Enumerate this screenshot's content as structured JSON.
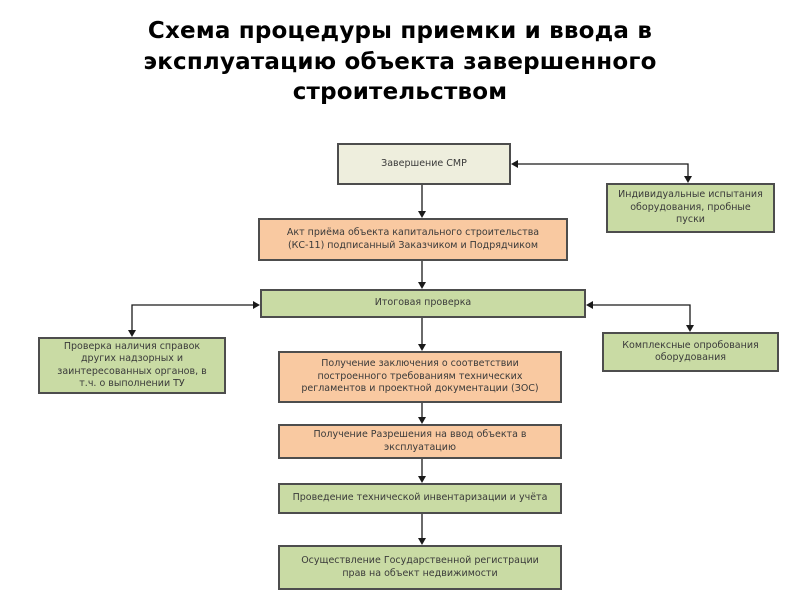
{
  "title": "Схема процедуры приемки и ввода в эксплуатацию объекта завершенного строительством",
  "colors": {
    "cream": "#eeeedd",
    "green": "#c9dba4",
    "peach": "#f9c9a1",
    "border": "#4d4d4d",
    "text": "#3a3a3a",
    "line": "#1a1a1a"
  },
  "nodes": {
    "zavershenie_smr": {
      "label": "Завершение СМР",
      "fill": "cream"
    },
    "individualnye_ispytaniya": {
      "label": "Индивидуальные испытания оборудования, пробные пуски",
      "fill": "green"
    },
    "akt_priema_ks11": {
      "label": "Акт приёма объекта капитального строительства (КС-11) подписанный Заказчиком и Подрядчиком",
      "fill": "peach"
    },
    "itogovaya_proverka": {
      "label": "Итоговая проверка",
      "fill": "green"
    },
    "proverka_spravok": {
      "label": "Проверка наличия справок других надзорных и заинтересованных органов, в т.ч. о выполнении ТУ",
      "fill": "green"
    },
    "kompleksnye_oprobovaniya": {
      "label": "Комплексные опробования оборудования",
      "fill": "green"
    },
    "zaklyuchenie_zos": {
      "label": "Получение заключения о соответствии построенного требованиям технических регламентов и проектной документации (ЗОС)",
      "fill": "peach"
    },
    "razreshenie_na_vvod": {
      "label": "Получение Разрешения на ввод объекта в эксплуатацию",
      "fill": "peach"
    },
    "tekhnicheskaya_inventarizatsiya": {
      "label": "Проведение технической инвентаризации и учёта",
      "fill": "green"
    },
    "gosudarstvennaya_registratsiya": {
      "label": "Осуществление Государственной регистрации прав на объект недвижимости",
      "fill": "green"
    }
  }
}
